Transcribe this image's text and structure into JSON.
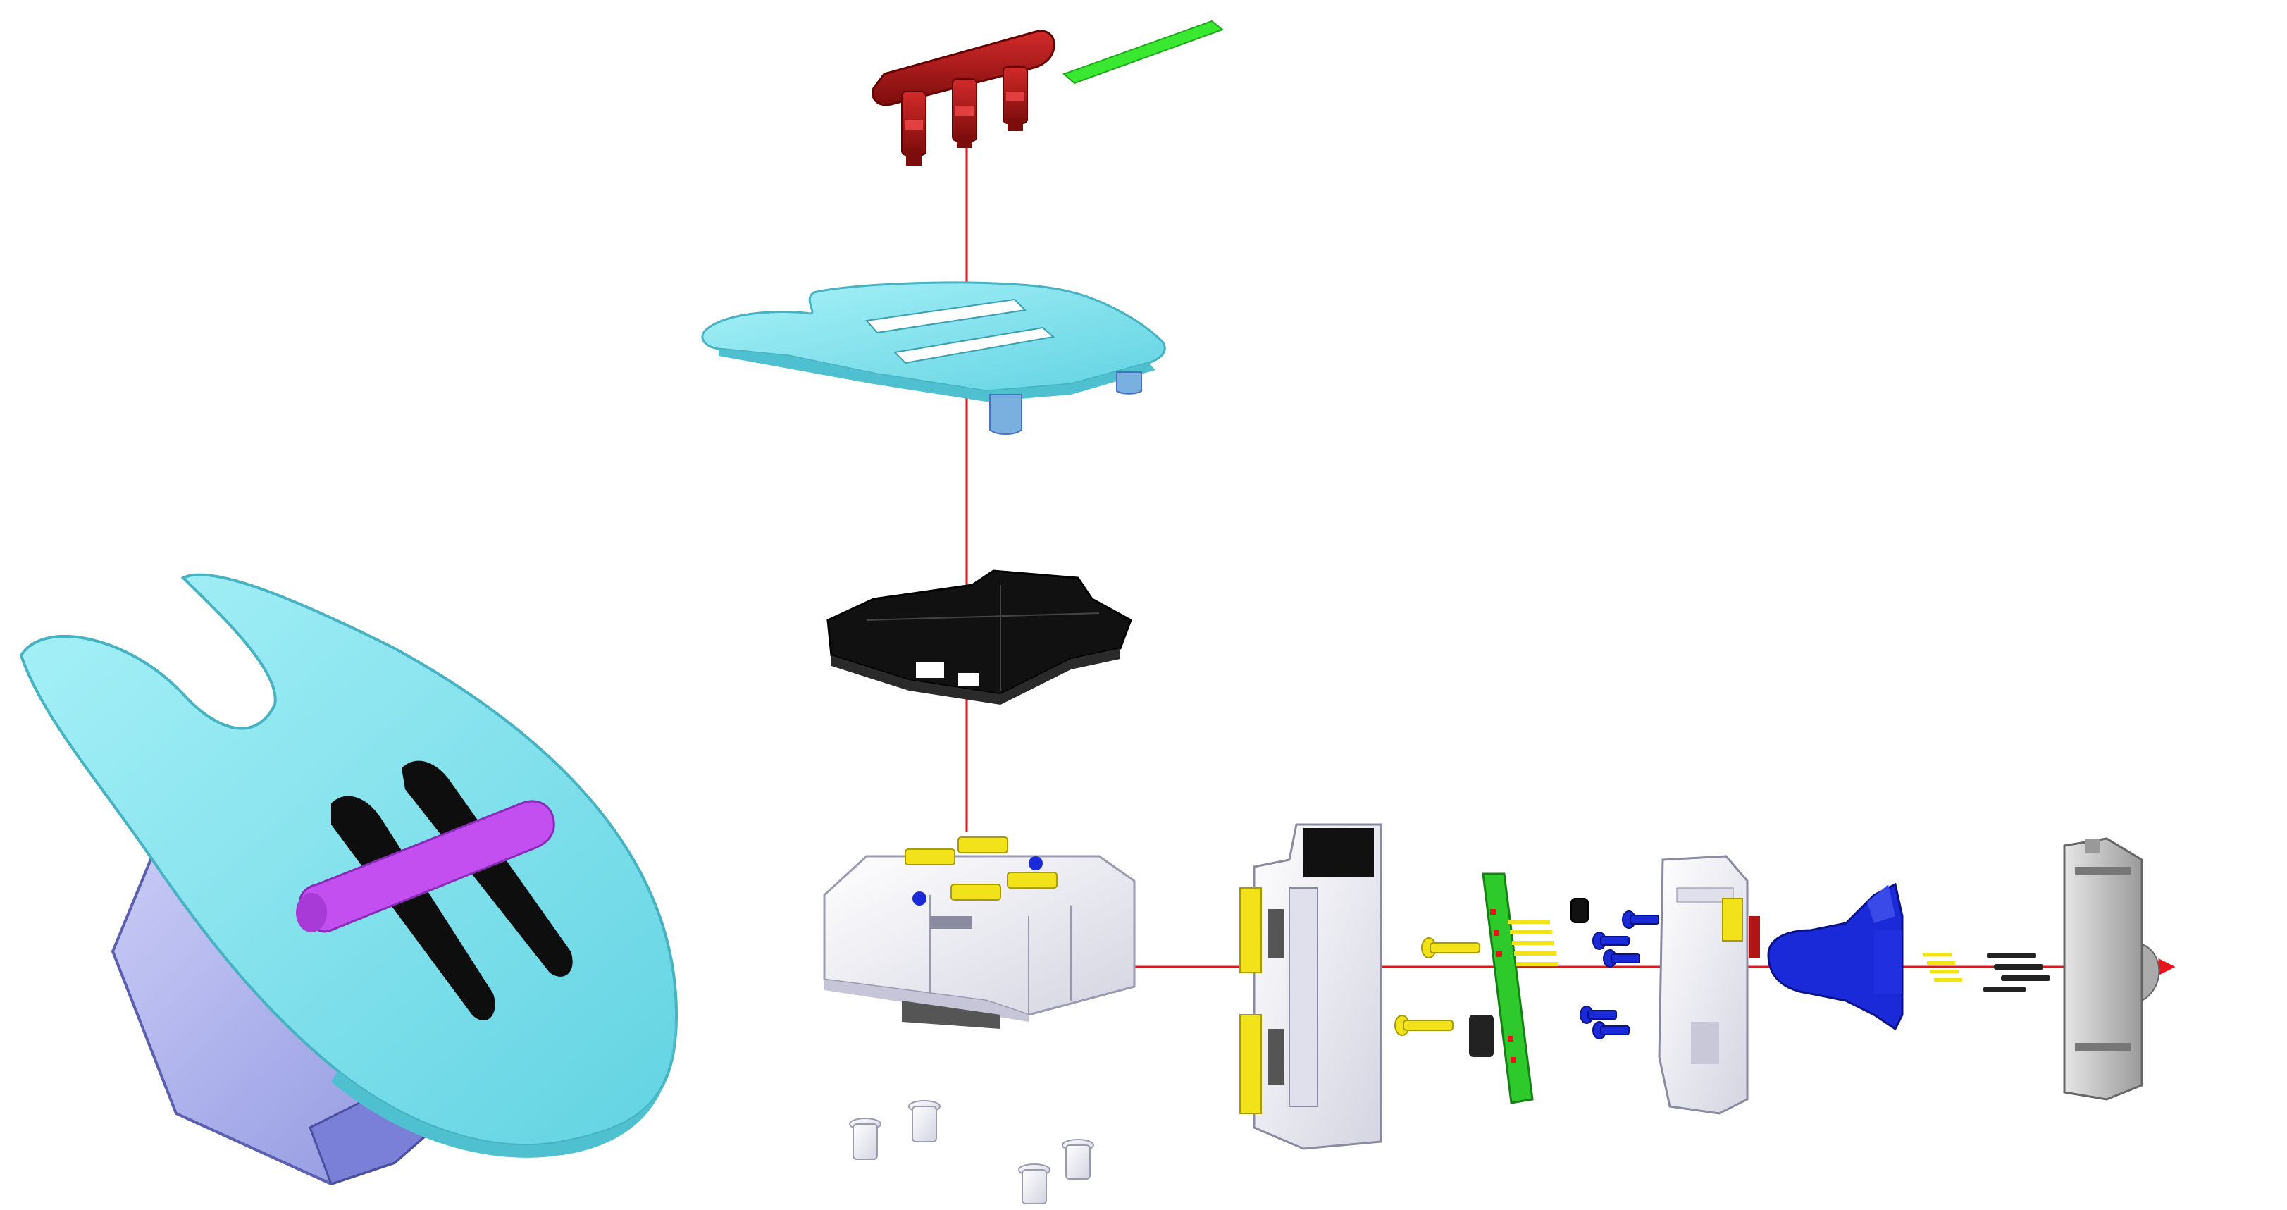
{
  "diagram": {
    "kind": "exploded-assembly-view",
    "colors": {
      "background": "#ffffff",
      "explosion_line": "#e8131b",
      "cover": "#80e4ef",
      "cover_dark": "#4fc0d0",
      "slider_knob": "#c34ff0",
      "housing": "#b9bdf2",
      "housing_dark": "#7a80d8",
      "keycap_red": "#b01515",
      "light_guide_green": "#3ae832",
      "black_frame": "#111111",
      "switch_white": "#f2f2f6",
      "yellow_part": "#f2e21a",
      "blue_part": "#1a2ad8",
      "pcb_green": "#2ec92a",
      "grey_housing": "#c8c8c8"
    },
    "parts": [
      {
        "id": "assembled-switch",
        "label": ""
      },
      {
        "id": "red-keycap",
        "label": ""
      },
      {
        "id": "green-light-guide",
        "label": ""
      },
      {
        "id": "cyan-cover-plate",
        "label": ""
      },
      {
        "id": "black-frame",
        "label": ""
      },
      {
        "id": "switch-block",
        "label": ""
      },
      {
        "id": "rivets",
        "label": ""
      },
      {
        "id": "white-connector-housing",
        "label": ""
      },
      {
        "id": "yellow-screws",
        "label": ""
      },
      {
        "id": "pcb",
        "label": ""
      },
      {
        "id": "blue-screws",
        "label": ""
      },
      {
        "id": "terminal-module",
        "label": ""
      },
      {
        "id": "blue-actuator",
        "label": ""
      },
      {
        "id": "yellow-pins",
        "label": ""
      },
      {
        "id": "black-contacts",
        "label": ""
      },
      {
        "id": "grey-rear-housing",
        "label": ""
      }
    ]
  }
}
